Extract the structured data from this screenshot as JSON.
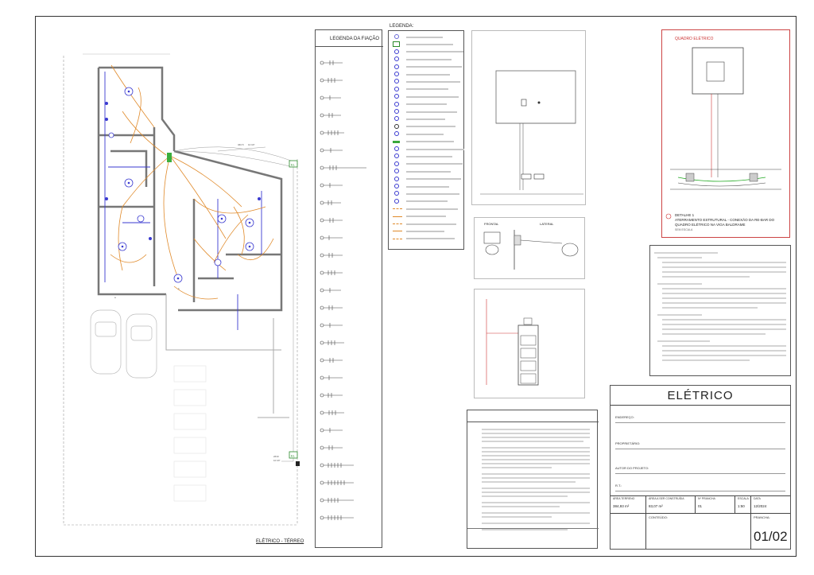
{
  "sheet": {
    "plan_title": "ELÉTRICO - TÉRREO"
  },
  "fiacao_legend": {
    "title": "LEGENDA DA FIAÇÃO"
  },
  "symbol_legend": {
    "title": "LEGENDA:",
    "items": [
      {
        "icon": "luminaire-ceiling-icon"
      },
      {
        "icon": "box-el-icon"
      },
      {
        "icon": "lamp-point-icon"
      },
      {
        "icon": "switch-simple-icon"
      },
      {
        "icon": "switch-two-way-icon"
      },
      {
        "icon": "switch-parallel-icon"
      },
      {
        "icon": "switch-triple-icon"
      },
      {
        "icon": "switch-sensor-icon"
      },
      {
        "icon": "switch-pulse-icon"
      },
      {
        "icon": "luminaire-circle-icon"
      },
      {
        "icon": "luminaire-recessed-icon"
      },
      {
        "icon": "luminaire-wall-icon"
      },
      {
        "icon": "spot-icon"
      },
      {
        "icon": "lamp-post-icon"
      },
      {
        "icon": "led-strip-icon"
      },
      {
        "icon": "outlet-low-icon"
      },
      {
        "icon": "outlet-mid-icon"
      },
      {
        "icon": "outlet-high-icon"
      },
      {
        "icon": "outlet-floor-icon"
      },
      {
        "icon": "outlet-double-low-icon"
      },
      {
        "icon": "outlet-double-mid-icon"
      },
      {
        "icon": "outlet-double-high-icon"
      },
      {
        "icon": "outlet-special-icon"
      },
      {
        "icon": "conduit-ceiling-icon"
      },
      {
        "icon": "conduit-floor-icon"
      },
      {
        "icon": "conduit-wall-icon"
      },
      {
        "icon": "conduit-pvc-icon"
      },
      {
        "icon": "circuit-return-icon"
      }
    ]
  },
  "details": {
    "quadro_label": "QUADRO ELÉTRICO",
    "detalhe1_title": "DETALHE 1",
    "detalhe1_desc": "ATERRAMENTO ESTRUTURAL - CONEXÃO DA RE-BAR DO QUADRO ELÉTRICO NA VIGA BALDRAME",
    "detalhe1_scale": "SEM ESCALA",
    "frontal": "FRONTAL",
    "lateral": "LATERAL"
  },
  "title_block": {
    "main_title": "ELÉTRICO",
    "endereco_label": "ENDEREÇO:",
    "proprietario_label": "PROPRIETÁRIO:",
    "autor_label": "AUTOR DO PROJETO:",
    "rt_label": "R.T.:",
    "fields": [
      {
        "label": "ÁREA TERRENO",
        "value": "384,93 m²"
      },
      {
        "label": "ÁREA A SER CONSTRUÍDA",
        "value": "83,07 m²"
      },
      {
        "label": "Nº PRANCHA",
        "value": "01"
      },
      {
        "label": "ESCALA",
        "value": "1:50"
      },
      {
        "label": "DATA",
        "value": "12/2024"
      }
    ],
    "conteudo_label": "CONTEÚDO:",
    "prancha_label": "PRANCHA:",
    "sheet_number": "01/02"
  }
}
